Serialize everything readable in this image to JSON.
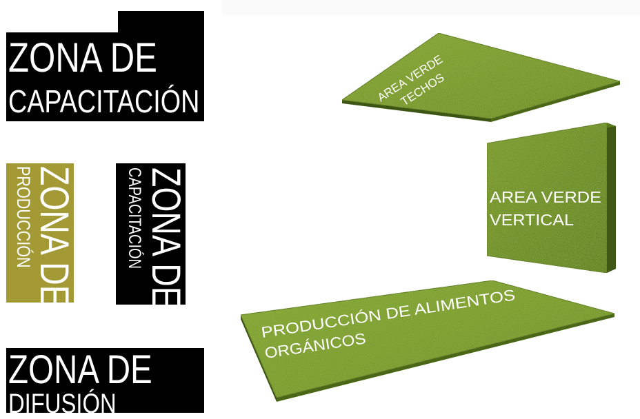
{
  "zones": [
    {
      "line1": "ZONA DE",
      "line2": "CAPACITACIÓN",
      "color": "#000000",
      "orientation": "horizontal"
    },
    {
      "line1": "ZONA DE",
      "line2": "PRODUCCIÓN",
      "color": "#a39a36",
      "orientation": "vertical"
    },
    {
      "line1": "ZONA DE",
      "line2": "CAPACITACIÓN",
      "color": "#000000",
      "orientation": "vertical"
    },
    {
      "line1": "ZONA DE",
      "line2": "DIFUSIÓN",
      "color": "#000000",
      "orientation": "horizontal"
    }
  ],
  "plates": {
    "roof": {
      "line1": "AREA VERDE",
      "line2": "TECHOS"
    },
    "vertical": {
      "line1": "AREA VERDE",
      "line2": "VERTICAL"
    },
    "ground": {
      "line1": "PRODUCCIÓN DE ALIMENTOS",
      "line2": "ORGÁNICOS"
    }
  },
  "colors": {
    "grass_light": "#7a9a2e",
    "grass_dark": "#4f6e1a",
    "edge": "#3d5512"
  }
}
